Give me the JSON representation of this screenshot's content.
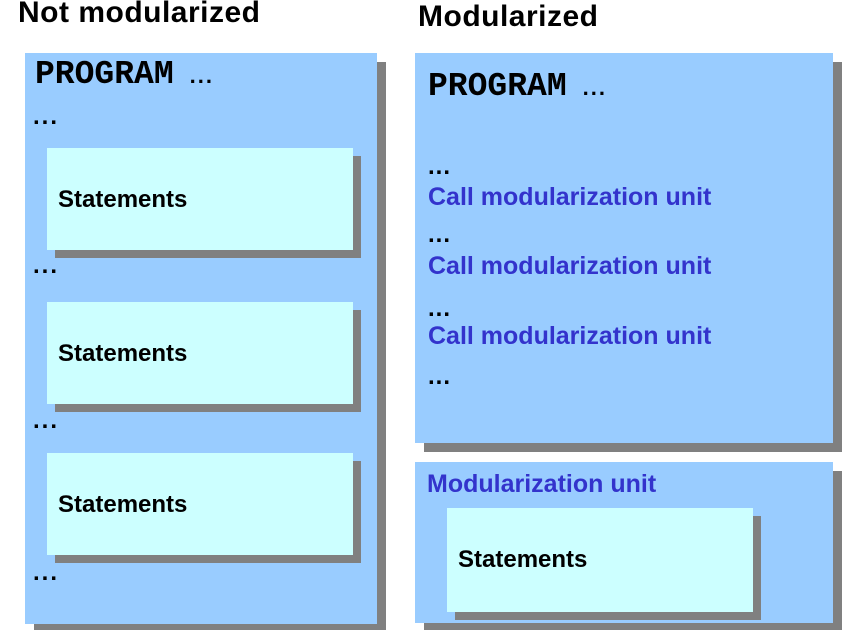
{
  "colors": {
    "panel_fill": "#99CCFF",
    "statement_fill": "#CCFFFF",
    "shadow": "#808080",
    "accent_text": "#3333CC",
    "text": "#000000",
    "background": "#FFFFFF"
  },
  "titles": {
    "left": "Not modularized",
    "right": "Modularized"
  },
  "not_modularized": {
    "program_keyword": "PROGRAM",
    "program_dots": "...",
    "ellipsis_rows": [
      "...",
      "...",
      "...",
      "..."
    ],
    "statement_boxes": [
      "Statements",
      "Statements",
      "Statements"
    ]
  },
  "modularized": {
    "program_keyword": "PROGRAM",
    "program_dots": "...",
    "pre_call_dots": [
      "...",
      "...",
      "..."
    ],
    "call_lines": [
      "Call modularization unit",
      "Call modularization unit",
      "Call modularization unit"
    ],
    "trailing_dots": "...",
    "unit_box": {
      "title": "Modularization unit",
      "statements_label": "Statements"
    }
  }
}
